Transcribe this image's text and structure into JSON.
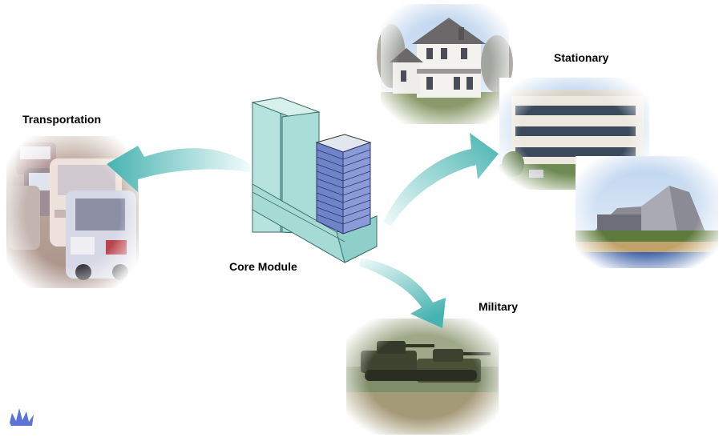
{
  "labels": {
    "transportation": "Transportation",
    "stationary": "Stationary",
    "core": "Core Module",
    "military": "Military"
  },
  "colors": {
    "arrow_light": "#e9f8f8",
    "arrow_dark": "#4fb8b5",
    "server_face": "#b7e3df",
    "server_side": "#8fcfc9",
    "server_edge": "#3b6e6a",
    "rack_blue": "#6f83c9",
    "logo": "#5b74d6"
  },
  "images": {
    "transportation": "traffic-photo",
    "farmhouse": "farmhouse-photo",
    "office": "office-building-photo",
    "plant": "industrial-plant-photo",
    "military": "tank-photo",
    "core": "server-cabinet-illustration",
    "logo": "starburst-logo"
  }
}
